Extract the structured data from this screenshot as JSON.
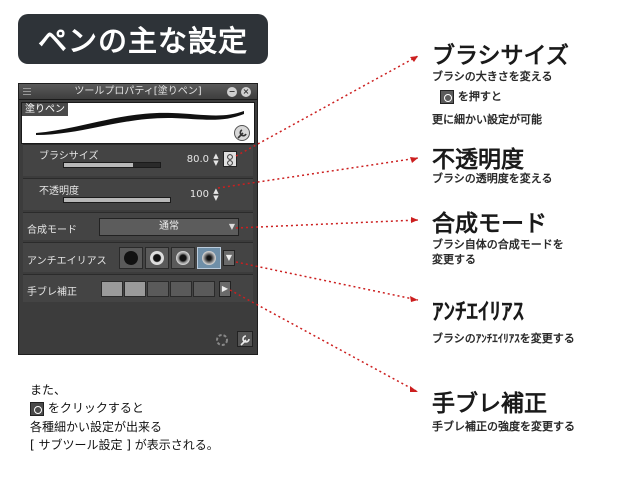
{
  "heading": "ペンの主な設定",
  "panel": {
    "title": "ツールプロパティ[塗りペン]",
    "preview_label": "塗りペン",
    "brush_size": {
      "label": "ブラシサイズ",
      "value": "80.0",
      "fill": 0.72
    },
    "opacity": {
      "label": "不透明度",
      "value": "100",
      "fill": 1.0
    },
    "blend_mode": {
      "label": "合成モード",
      "value": "通常"
    },
    "antialias": {
      "label": "アンチエイリアス",
      "selected_index": 3
    },
    "stabilization": {
      "label": "手ブレ補正",
      "level": 2,
      "max": 5
    }
  },
  "callouts": [
    {
      "title": "ブラシサイズ",
      "line1": "ブラシの大きさを変える",
      "line2": "を押すと",
      "line3": "更に細かい設定が可能"
    },
    {
      "title": "不透明度",
      "line1": "ブラシの透明度を変える"
    },
    {
      "title": "合成モード",
      "line1": "ブラシ自体の合成モードを",
      "line2": "変更する"
    },
    {
      "title": "ｱﾝﾁｴｲﾘｱｽ",
      "line1": "ブラシのｱﾝﾁｴｲﾘｱｽを変更する"
    },
    {
      "title": "手ブレ補正",
      "line1": "手ブレ補正の強度を変更する"
    }
  ],
  "note": {
    "line1": "また、",
    "line2": "をクリックすると",
    "line3": "各種細かい設定が出来る",
    "line4": "[ サブツール設定 ] が表示される。"
  },
  "colors": {
    "leader": "#cc1f1f",
    "title_bg": "#2e3338"
  }
}
